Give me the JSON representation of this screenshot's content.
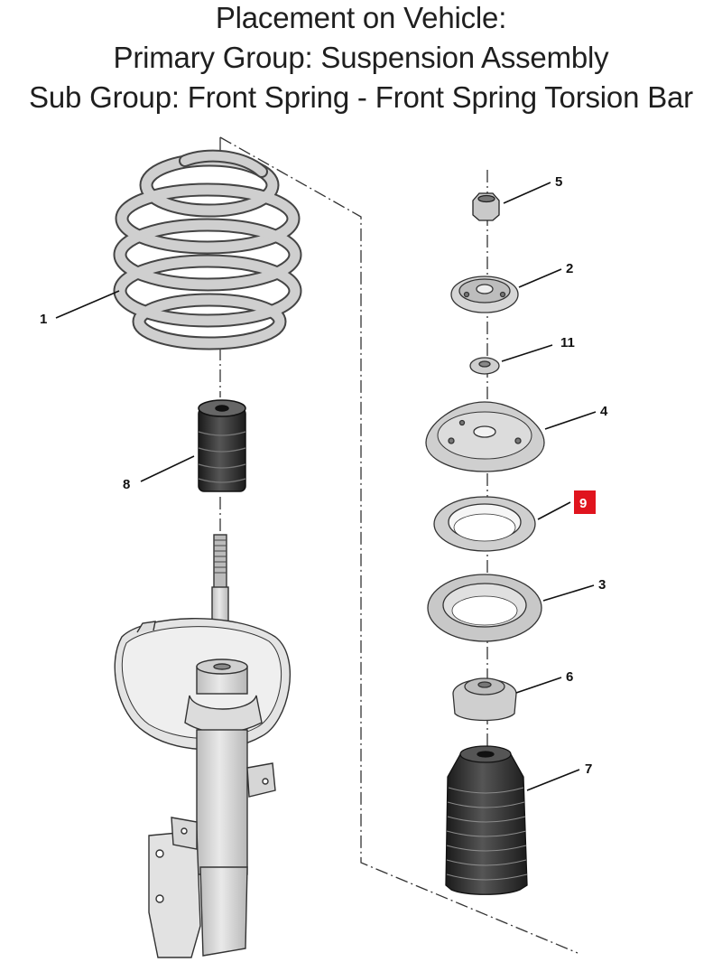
{
  "header": {
    "line1": "Placement on Vehicle:",
    "line2": "Primary Group: Suspension Assembly",
    "line3": "Sub Group: Front Spring - Front Spring Torsion Bar"
  },
  "callouts": {
    "c1": "1",
    "c2": "2",
    "c3": "3",
    "c4": "4",
    "c5": "5",
    "c6": "6",
    "c7": "7",
    "c8": "8",
    "c9": "9",
    "c11": "11"
  },
  "colors": {
    "part_fill": "#d9d9d9",
    "part_dark": "#2b2b2b",
    "outline": "#3a3a3a",
    "highlight": "#e0141e"
  }
}
